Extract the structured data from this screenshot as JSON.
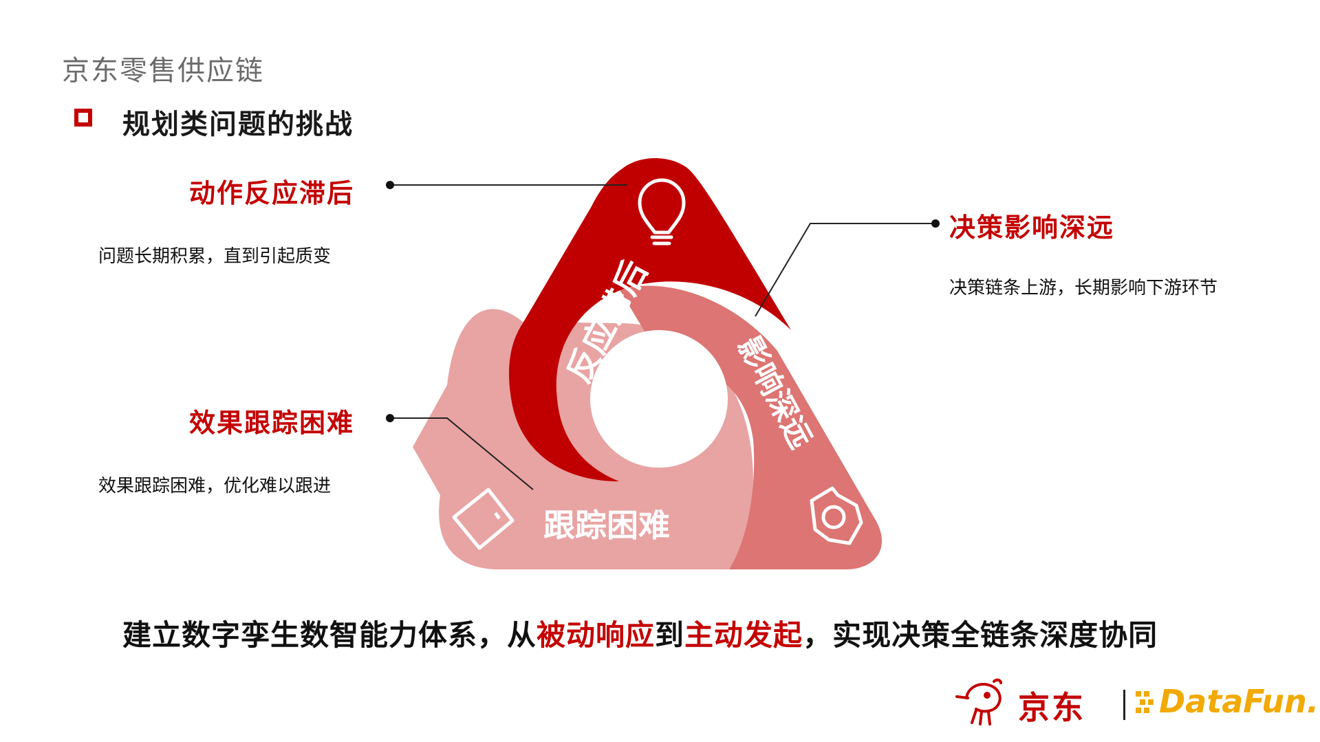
{
  "header": {
    "title": "京东零售供应链"
  },
  "section": {
    "title": "规划类问题的挑战"
  },
  "items": [
    {
      "title": "动作反应滞后",
      "desc": "问题长期积累，直到引起质变"
    },
    {
      "title": "决策影响深远",
      "desc": "决策链条上游，长期影响下游环节"
    },
    {
      "title": "效果跟踪困难",
      "desc": "效果跟踪困难，优化难以跟进"
    }
  ],
  "diagram": {
    "labels": {
      "top_left": "反应滞后",
      "right": "影响深远",
      "bottom": "跟踪困难"
    },
    "icons": [
      "lightbulb-icon",
      "camera-icon",
      "tablet-icon"
    ],
    "colors": {
      "dark_red": "#c00000",
      "mid_red": "#dc7573",
      "light_red": "#e8a3a3"
    }
  },
  "conclusion": {
    "part1": "建立数字孪生数智能力体系，从",
    "hl1": "被动响应",
    "part2": "到",
    "hl2": "主动发起",
    "part3": "，实现决策全链条深度协同"
  },
  "footer": {
    "jd_logo_text": "京东",
    "datafun_logo_text": "DataFun."
  }
}
